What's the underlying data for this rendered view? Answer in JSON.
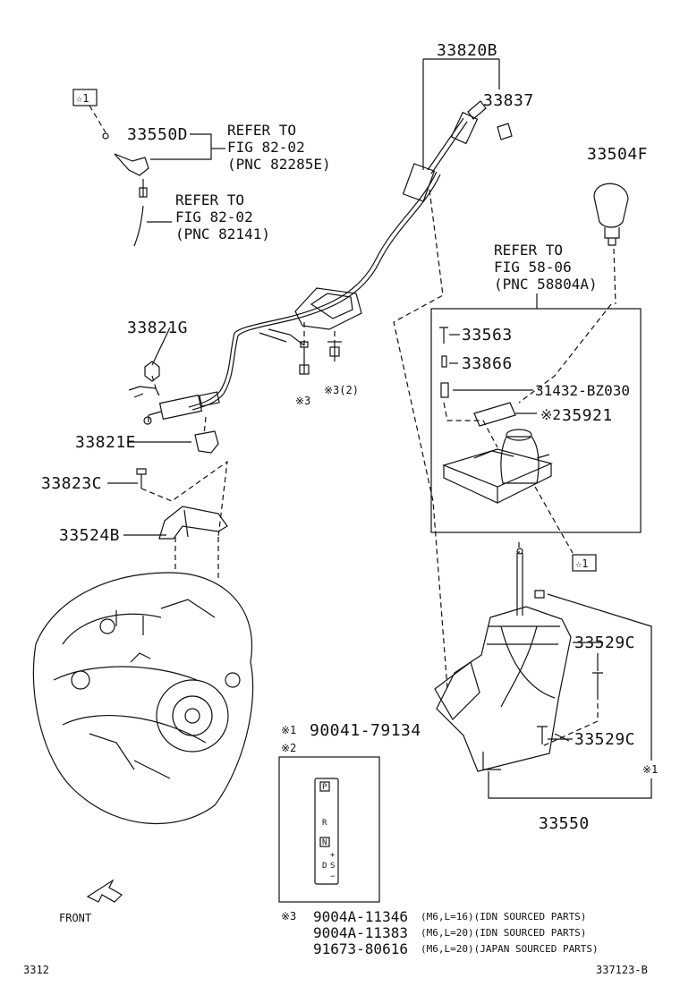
{
  "parts": {
    "p33820B": "33820B",
    "p33837": "33837",
    "p33550D": "33550D",
    "p33504F": "33504F",
    "p33821G": "33821G",
    "p33821E": "33821E",
    "p33823C": "33823C",
    "p33524B": "33524B",
    "p33563": "33563",
    "p33866": "33866",
    "p31432": "31432-BZ030",
    "p35921": "35921",
    "p33529C_a": "33529C",
    "p33529C_b": "33529C",
    "p33550": "33550"
  },
  "refs": {
    "r1": [
      "REFER TO",
      "FIG 82-02",
      "(PNC 82285E)"
    ],
    "r2": [
      "REFER TO",
      "FIG 82-02",
      "(PNC 82141)"
    ],
    "r3": [
      "REFER TO",
      "FIG 58-06",
      "(PNC 58804A)"
    ]
  },
  "markers": {
    "star1": "☆1",
    "star1_b": "☆1",
    "note3": "※3",
    "note3_2": "※3(2)",
    "note2_35921": "※2",
    "note1_side": "※1"
  },
  "notes": {
    "n1_mark": "※1",
    "n1_part": "90041-79134",
    "n2_mark": "※2",
    "n3_mark": "※3",
    "n3_rows": [
      {
        "part": "9004A-11346",
        "spec": "(M6,L=16)(IDN SOURCED PARTS)"
      },
      {
        "part": "9004A-11383",
        "spec": "(M6,L=20)(IDN SOURCED PARTS)"
      },
      {
        "part": "91673-80616",
        "spec": "(M6,L=20)(JAPAN SOURCED PARTS)"
      }
    ]
  },
  "indicator": {
    "p": "P",
    "r": "R",
    "n": "N",
    "d": "D",
    "plus": "+",
    "minus": "−",
    "s": "S"
  },
  "footer": {
    "front": "FRONT",
    "left_code": "3312",
    "right_code": "337123-B"
  }
}
